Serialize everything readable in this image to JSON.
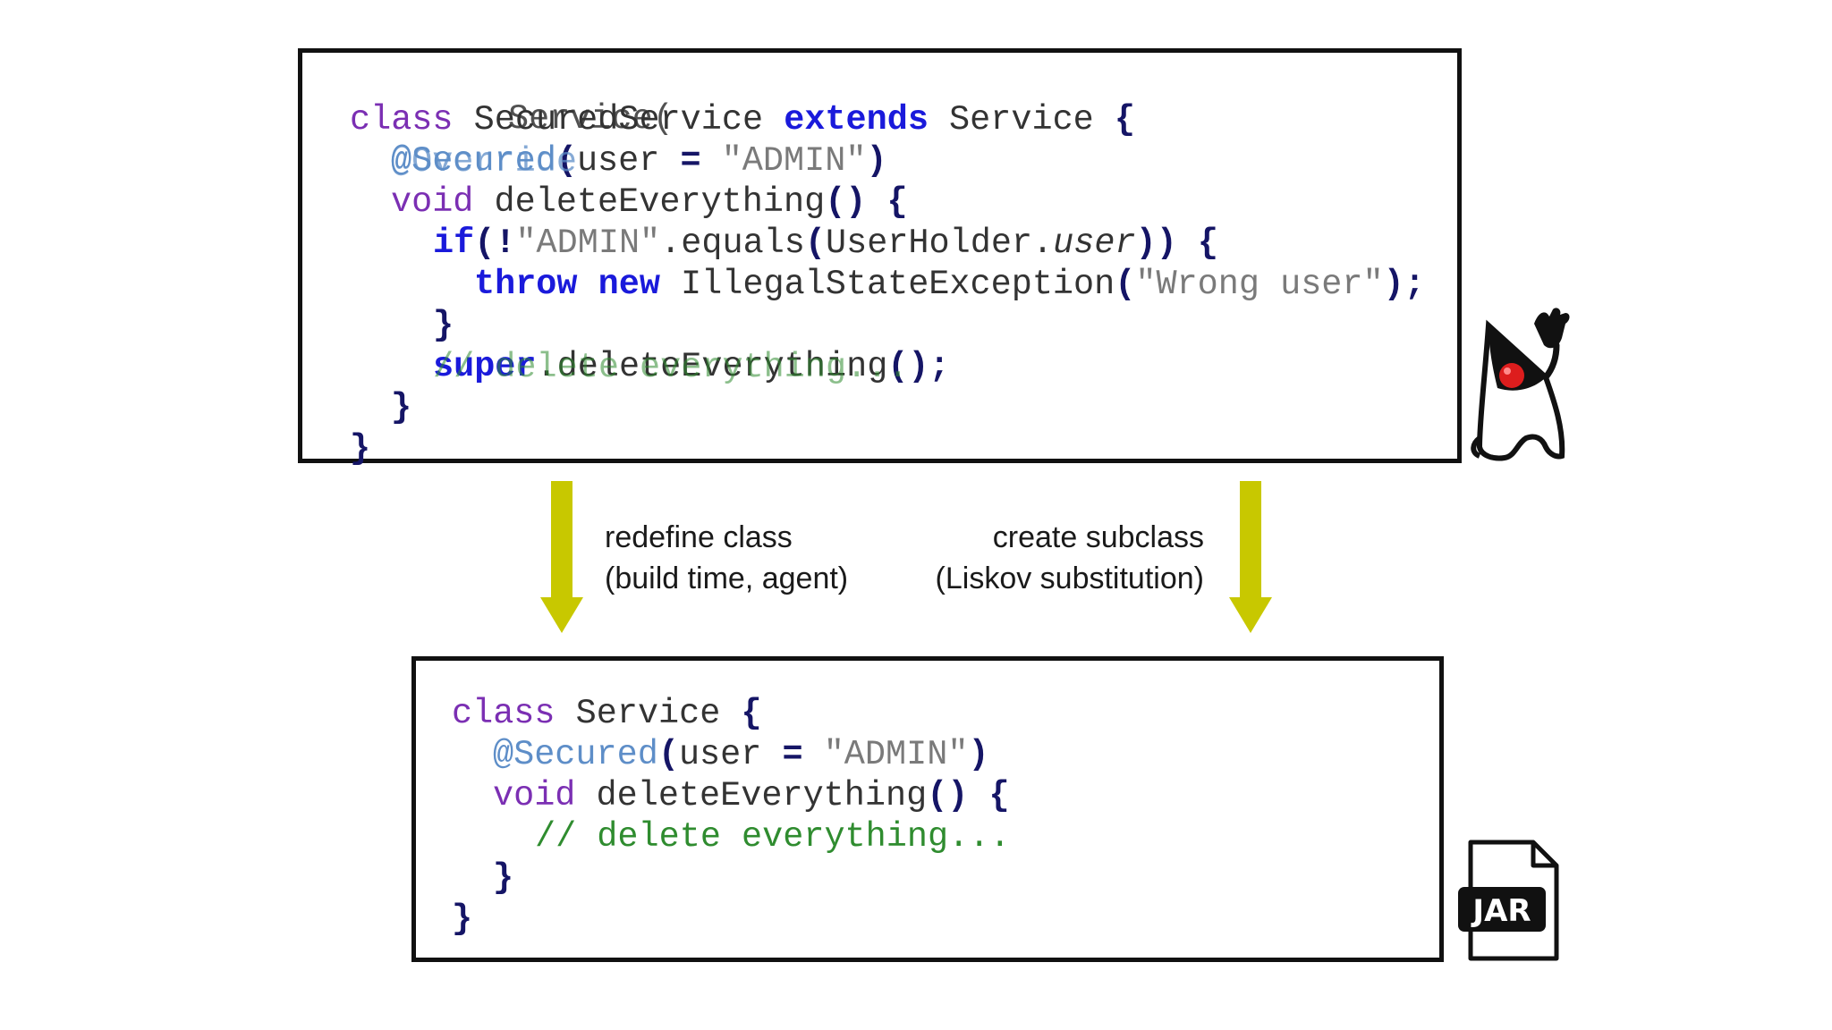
{
  "top_code": {
    "l1": {
      "a": "class",
      "b": " Secured",
      "c": "Service ",
      "d": "extends",
      "e": " Service ",
      "f": "{"
    },
    "l1_overlay": "Service(",
    "l2": {
      "a": "@Secured",
      "b": "(",
      "c": "user ",
      "d": "=",
      "e": " \"ADMIN\"",
      "f": ")"
    },
    "l2_overlay": "@Override",
    "l3": {
      "a": "void",
      "b": " deleteEverything",
      "c": "()",
      "d": " {"
    },
    "l4": {
      "a": "if",
      "b": "(!",
      "c": "\"ADMIN\"",
      "d": ".equals",
      "e": "(",
      "f": "UserHolder.",
      "g": "user",
      "h": "))",
      "i": " {"
    },
    "l5": {
      "a": "throw",
      "b": " ",
      "c": "new",
      "d": " IllegalStateException",
      "e": "(",
      "f": "\"Wrong user\"",
      "g": ");"
    },
    "l6": "}",
    "l7": {
      "a": "super",
      "b": ".deleteEverything",
      "c": "();"
    },
    "l7_overlay": "// delete everything...",
    "l8": "}",
    "l9": "}"
  },
  "bottom_code": {
    "l1": {
      "a": "class",
      "b": " Service ",
      "c": "{"
    },
    "l2": {
      "a": "@Secured",
      "b": "(",
      "c": "user ",
      "d": "=",
      "e": " \"ADMIN\"",
      "f": ")"
    },
    "l3": {
      "a": "void",
      "b": " deleteEverything",
      "c": "()",
      "d": " {"
    },
    "l4": "// delete everything...",
    "l5": "}",
    "l6": "}"
  },
  "arrows": {
    "left": {
      "line1": "redefine class",
      "line2": "(build time, agent)"
    },
    "right": {
      "line1": "create subclass",
      "line2": "(Liskov substitution)"
    }
  },
  "icons": {
    "mascot": "java-duke-icon",
    "file": "jar-file-icon",
    "file_label": "JAR"
  },
  "colors": {
    "arrow": "#c8c800",
    "keyword": "#7b2fb3",
    "keyword_bold": "#1a1adb",
    "annotation": "#5e8ec8",
    "comment": "#2f8c2f",
    "string": "#7a7a7a"
  }
}
